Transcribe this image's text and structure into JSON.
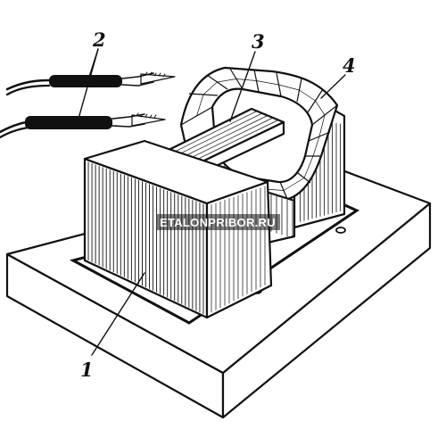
{
  "callouts": [
    {
      "id": "1",
      "text": "1"
    },
    {
      "id": "2",
      "text": "2"
    },
    {
      "id": "3",
      "text": "3"
    },
    {
      "id": "4",
      "text": "4"
    }
  ],
  "watermark": {
    "text": "ETALONPRIBOR.RU"
  },
  "colors": {
    "ink": "#111111",
    "paper": "#ffffff",
    "watermark_fill": "#ffffff"
  }
}
